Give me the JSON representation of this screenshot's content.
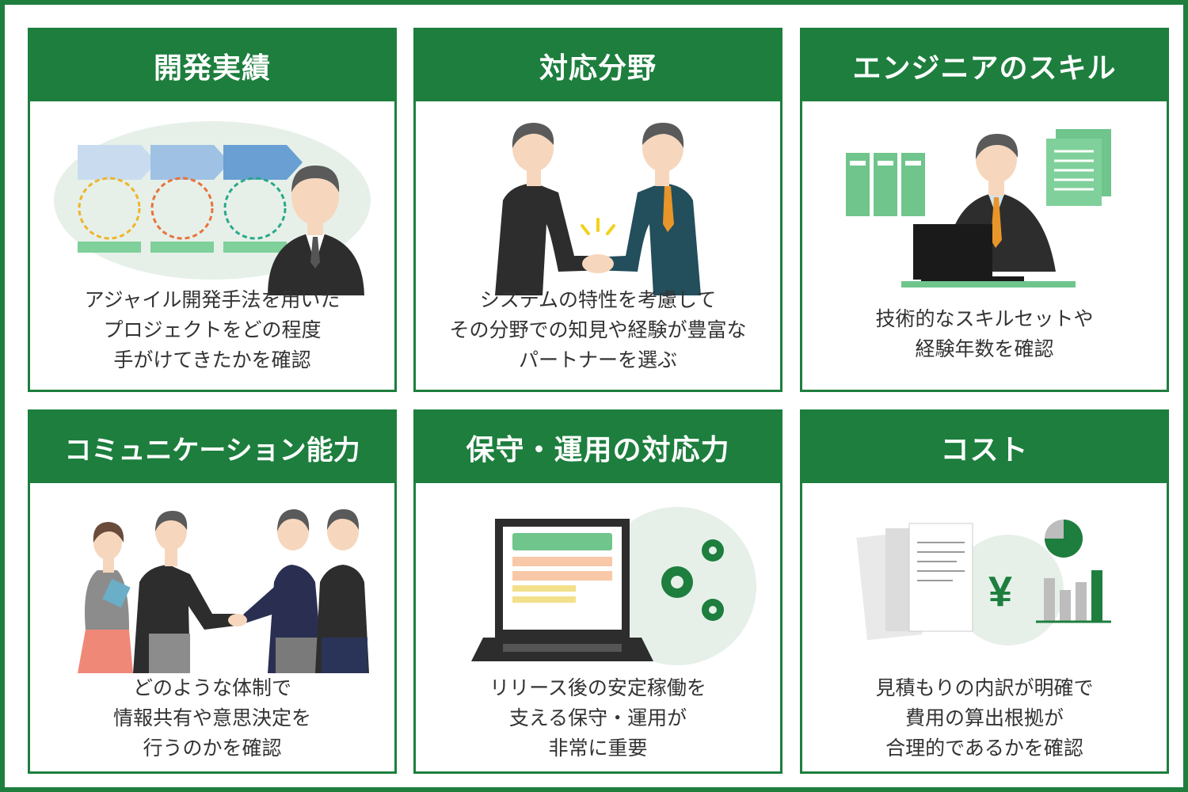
{
  "cards": [
    {
      "title": "開発実績",
      "lines": [
        "アジャイル開発手法を用いた",
        "プロジェクトをどの程度",
        "手がけてきたかを確認"
      ]
    },
    {
      "title": "対応分野",
      "lines": [
        "システムの特性を考慮して",
        "その分野での知見や経験が豊富な",
        "パートナーを選ぶ"
      ]
    },
    {
      "title": "エンジニアのスキル",
      "lines": [
        "技術的なスキルセットや",
        "経験年数を確認"
      ]
    },
    {
      "title": "コミュニケーション能力",
      "lines": [
        "どのような体制で",
        "情報共有や意思決定を",
        "行うのかを確認"
      ]
    },
    {
      "title": "保守・運用の対応力",
      "lines": [
        "リリース後の安定稼働を",
        "支える保守・運用が",
        "非常に重要"
      ]
    },
    {
      "title": "コスト",
      "lines": [
        "見積もりの内訳が明確で",
        "費用の算出根拠が",
        "合理的であるかを確認"
      ],
      "currency_symbol": "¥"
    }
  ],
  "colors": {
    "brand_green": "#1d7e3e",
    "light_green": "#6fc58c",
    "pale_green": "#e6f0e9",
    "suit_dark": "#2d2d2d",
    "blue_arrow": "#6a9fd4"
  }
}
